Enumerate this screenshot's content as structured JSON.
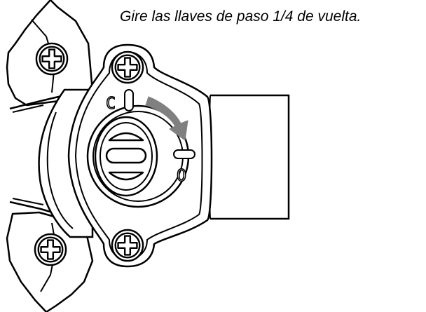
{
  "caption": "Gire las llaves de paso 1/4 de vuelta.",
  "labels": {
    "closed": "C",
    "open": "O"
  },
  "icons": [
    "screw-icon",
    "curved-arrow-icon",
    "shutoff-valve-handle"
  ],
  "colors": {
    "line": "#000000",
    "fill": "#ffffff",
    "arrow": "#808080"
  }
}
